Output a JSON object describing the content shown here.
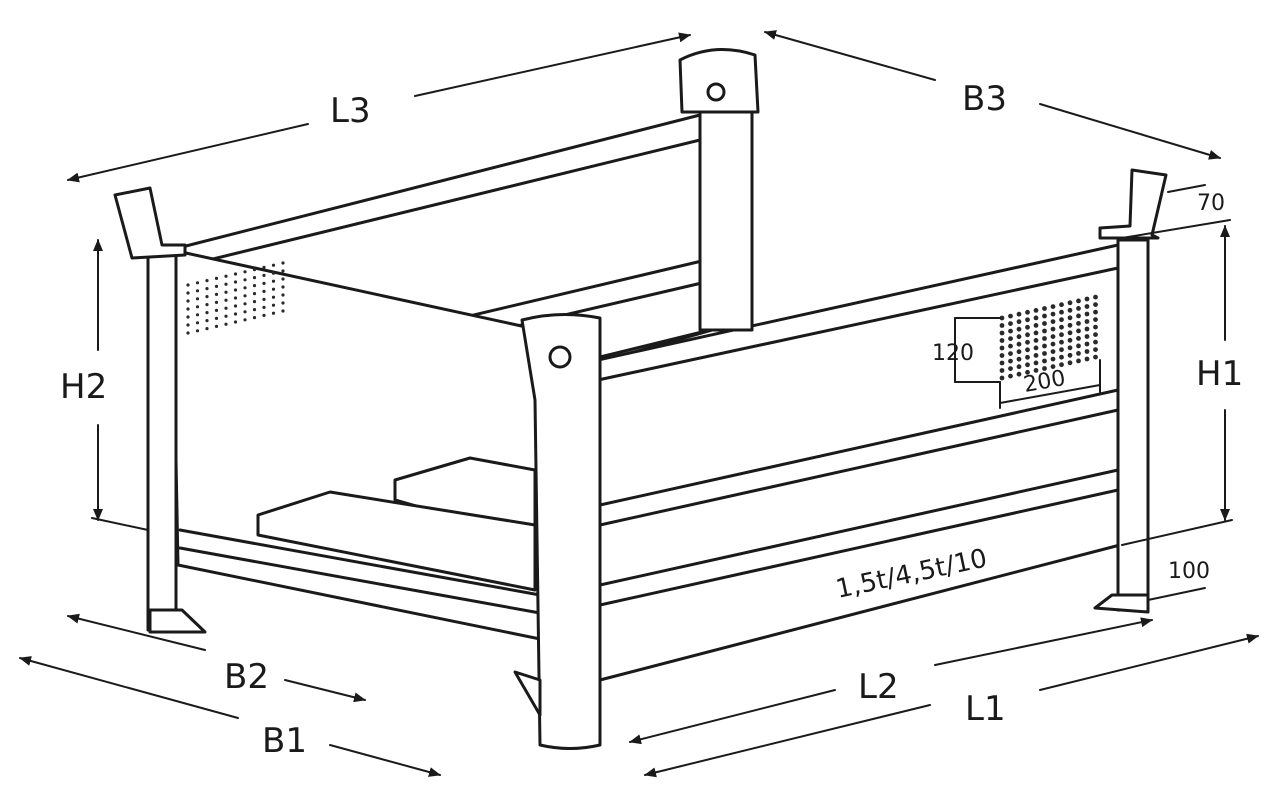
{
  "dimensions": {
    "l1": "L1",
    "l2": "L2",
    "l3": "L3",
    "b1": "B1",
    "b2": "B2",
    "b3": "B3",
    "h1": "H1",
    "h2": "H2",
    "d70": "70",
    "d100": "100",
    "d120": "120",
    "d200": "200"
  },
  "load_marking": "1,5t/4,5t/10",
  "colors": {
    "line": "#1a1a1a",
    "background": "#ffffff"
  }
}
